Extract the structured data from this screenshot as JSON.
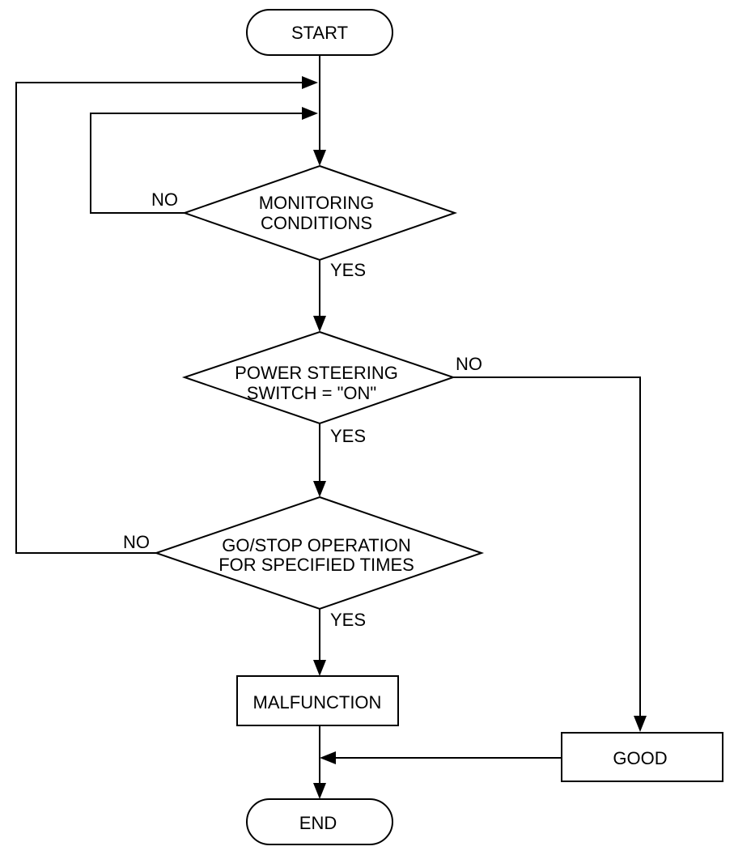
{
  "nodes": {
    "start": "START",
    "monitoring_line1": "MONITORING",
    "monitoring_line2": "CONDITIONS",
    "ps_line1": "POWER STEERING",
    "ps_line2": "SWITCH = \"ON\"",
    "gostop_line1": "GO/STOP OPERATION",
    "gostop_line2": "FOR SPECIFIED TIMES",
    "malfunction": "MALFUNCTION",
    "good": "GOOD",
    "end": "END"
  },
  "edges": {
    "monitoring_no": "NO",
    "monitoring_yes": "YES",
    "ps_no": "NO",
    "ps_yes": "YES",
    "gostop_no": "NO",
    "gostop_yes": "YES"
  }
}
